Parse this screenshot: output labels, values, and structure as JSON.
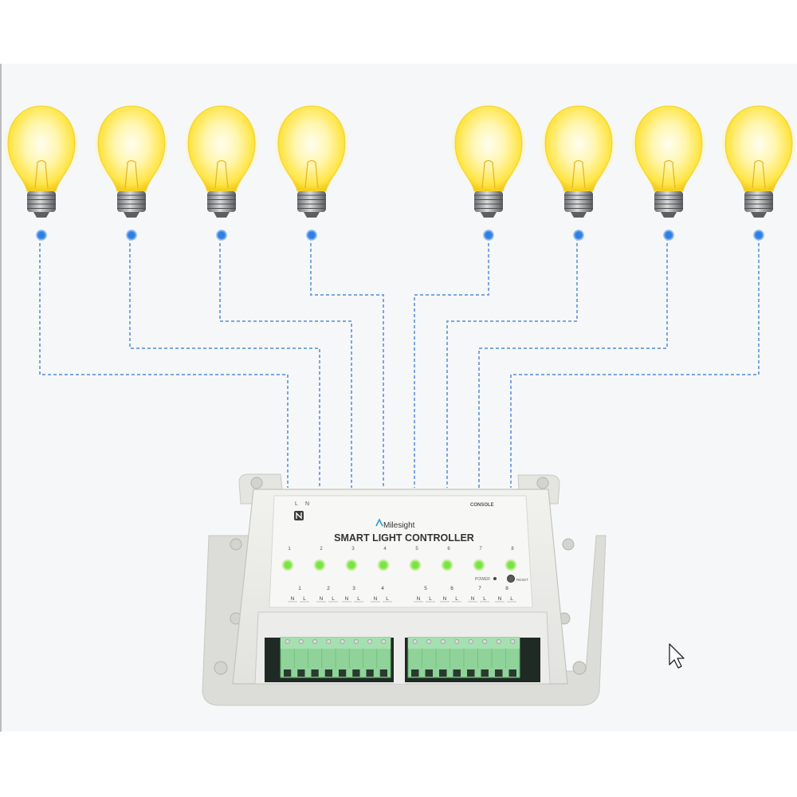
{
  "device": {
    "brand": "Milesight",
    "title": "SMART LIGHT CONTROLLER",
    "top_left_labels": [
      "L",
      "N"
    ],
    "console_label": "CONSOLE",
    "power_label": "POWER",
    "reset_label": "RESET",
    "channel_numbers": [
      "1",
      "2",
      "3",
      "4",
      "5",
      "6",
      "7",
      "8"
    ],
    "terminal_labels": [
      "N",
      "L",
      "N",
      "L",
      "N",
      "L",
      "N",
      "L",
      "N",
      "L",
      "N",
      "L",
      "N",
      "L",
      "N",
      "L"
    ],
    "led_color": "#7be33a"
  },
  "bulbs": [
    {
      "id": 1,
      "state": "on"
    },
    {
      "id": 2,
      "state": "on"
    },
    {
      "id": 3,
      "state": "on"
    },
    {
      "id": 4,
      "state": "on"
    },
    {
      "id": 5,
      "state": "on"
    },
    {
      "id": 6,
      "state": "on"
    },
    {
      "id": 7,
      "state": "on"
    },
    {
      "id": 8,
      "state": "on"
    }
  ],
  "colors": {
    "wire": "#7aa6e0",
    "node": "#2f7fe3",
    "glow": "#ffe34d",
    "body": "#e9e9e6",
    "terminal": "#7fcf8c"
  }
}
